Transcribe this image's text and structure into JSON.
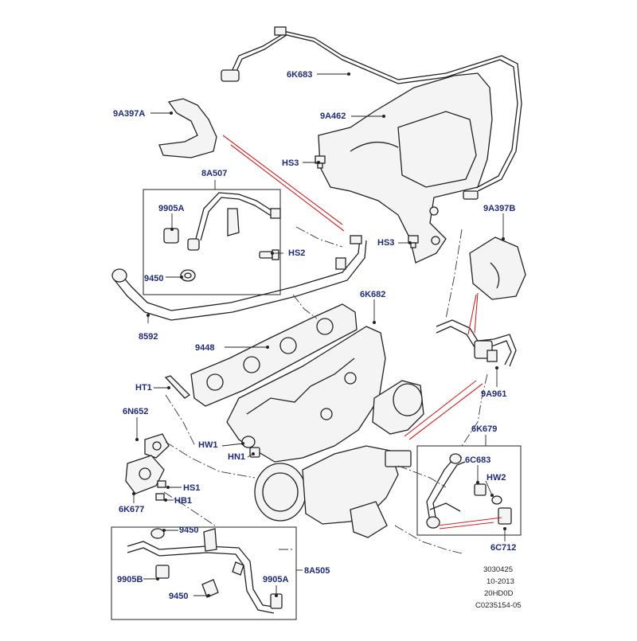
{
  "callouts": {
    "6K683": "6K683",
    "9A397A": "9A397A",
    "9A462": "9A462",
    "HS3_a": "HS3",
    "8A507": "8A507",
    "9905A_a": "9905A",
    "HS2": "HS2",
    "9450_a": "9450",
    "HS3_b": "HS3",
    "9A397B": "9A397B",
    "8592": "8592",
    "6K682": "6K682",
    "9448": "9448",
    "HT1": "HT1",
    "9A961": "9A961",
    "6N652": "6N652",
    "HW1": "HW1",
    "HN1": "HN1",
    "6K679": "6K679",
    "6C683": "6C683",
    "HW2": "HW2",
    "HS1": "HS1",
    "HB1": "HB1",
    "6K677": "6K677",
    "6C712": "6C712",
    "9450_b": "9450",
    "9905B": "9905B",
    "9450_c": "9450",
    "9905A_b": "9905A",
    "8A505": "8A505"
  },
  "footer": {
    "line1": "3030425",
    "line2": "10-2013",
    "line3": "20HD0D",
    "line4": "C0235154-05"
  }
}
